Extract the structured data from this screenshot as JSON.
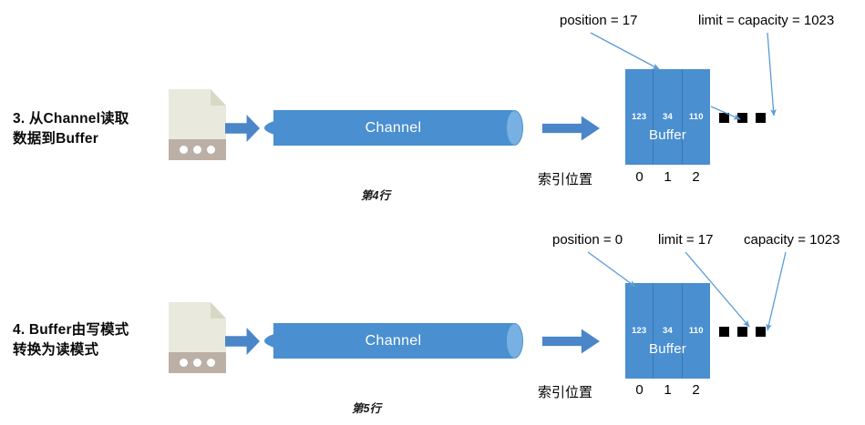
{
  "colors": {
    "accent_blue": "#4a8fd0",
    "arrow_blue": "#4a86c8",
    "leader_blue": "#5b9bd5",
    "cylinder_cap": "#78b0e2",
    "file_body": "#e9eadd",
    "file_band": "#bcb0a6",
    "dot_black": "#000000",
    "text_black": "#000000"
  },
  "rows": [
    {
      "step_label": "3. 从Channel读取\n数据到Buffer",
      "file_icon_name": "document-icon",
      "channel_label": "Channel",
      "buffer": {
        "title": "Buffer",
        "cells": [
          {
            "index": "0",
            "value": "123"
          },
          {
            "index": "1",
            "value": "34"
          },
          {
            "index": "2",
            "value": "110"
          }
        ],
        "ellipsis_count": 3
      },
      "index_caption": "索引位置",
      "annotations": [
        {
          "name": "position-annotation",
          "text": "position = 17"
        },
        {
          "name": "limit-capacity-annotation",
          "text": "limit = capacity = 1023"
        }
      ],
      "caption": "第4行"
    },
    {
      "step_label": "4. Buffer由写模式\n转换为读模式",
      "file_icon_name": "document-icon",
      "channel_label": "Channel",
      "buffer": {
        "title": "Buffer",
        "cells": [
          {
            "index": "0",
            "value": "123"
          },
          {
            "index": "1",
            "value": "34"
          },
          {
            "index": "2",
            "value": "110"
          }
        ],
        "ellipsis_count": 3
      },
      "index_caption": "索引位置",
      "annotations": [
        {
          "name": "position-annotation",
          "text": "position = 0"
        },
        {
          "name": "limit-annotation",
          "text": "limit = 17"
        },
        {
          "name": "capacity-annotation",
          "text": "capacity = 1023"
        }
      ],
      "caption": "第5行"
    }
  ]
}
